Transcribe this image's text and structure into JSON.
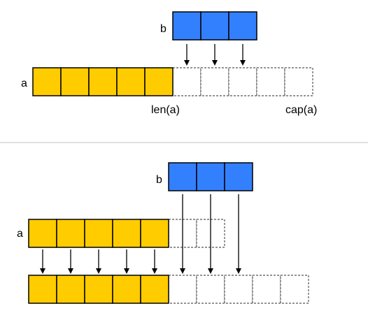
{
  "colors": {
    "yellow": "#FFCC00",
    "blue": "#3380FF",
    "stroke": "#000000",
    "dashed": "#555555",
    "divider": "#d6d6d6"
  },
  "top": {
    "label_b": "b",
    "label_a": "a",
    "label_len": "len(a)",
    "label_cap": "cap(a)",
    "a_filled": 5,
    "a_capacity": 10,
    "b_length": 3
  },
  "bottom": {
    "label_b": "b",
    "label_a": "a",
    "a_filled": 5,
    "a_capacity": 7,
    "b_length": 3,
    "new_filled": 5,
    "new_capacity": 10
  }
}
